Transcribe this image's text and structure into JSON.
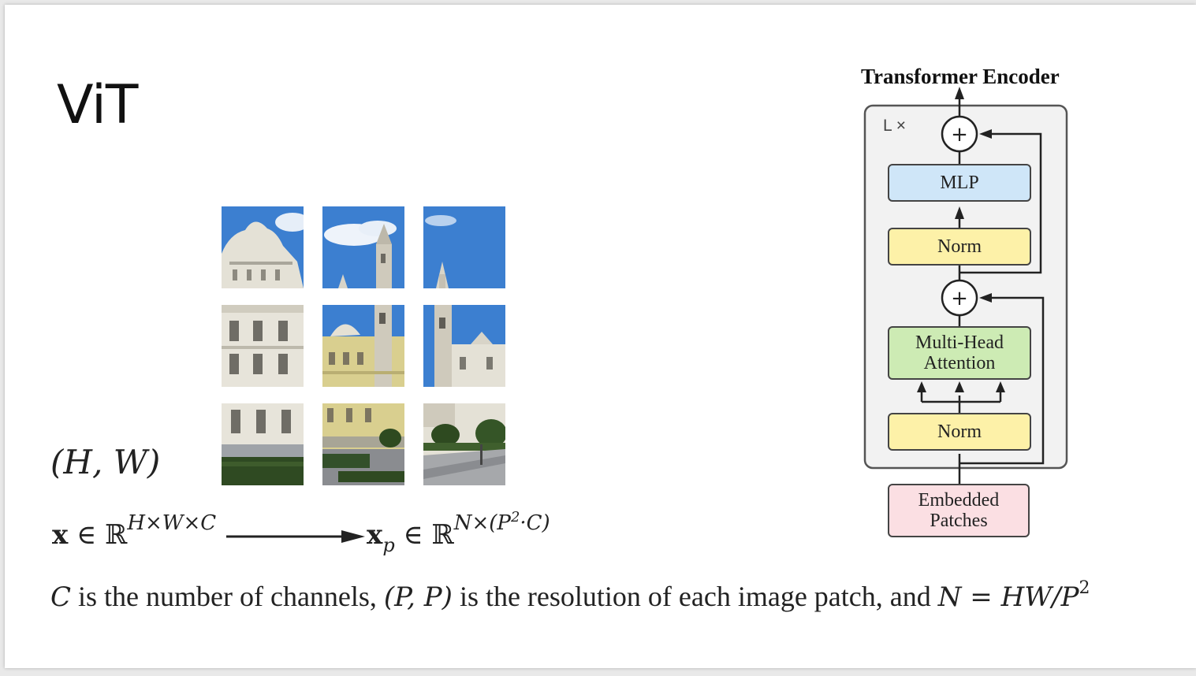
{
  "slide": {
    "title": "ViT",
    "hw_label": "(H, W)",
    "formula": {
      "x": "x",
      "in": "∈",
      "reals": "ℝ",
      "input_exponent": "H×W×C",
      "xp": "x",
      "xp_sub": "p",
      "in2": "∈",
      "reals2": "ℝ",
      "output_exponent_prefix": "N×(P",
      "output_exponent_sq": "2",
      "output_exponent_suffix": "·C)"
    },
    "caption": {
      "c_var": "C",
      "part1": " is the number of channels, ",
      "pp": "(P, P)",
      "part2": " is the resolution of each image patch, and ",
      "eq": "N = HW/P",
      "eq_sq": "2"
    }
  },
  "image_patches": {
    "colors": {
      "sky": "#3c7fd0",
      "cloud": "#eef3fa",
      "stone": "#e4e1d6",
      "yellow": "#d9cf8f",
      "hedge": "#2f4a22",
      "road": "#8a8c90"
    }
  },
  "encoder": {
    "title": "Transformer Encoder",
    "repeat_label": "L ×",
    "blocks": {
      "mlp": "MLP",
      "norm_top": "Norm",
      "attention_line1": "Multi-Head",
      "attention_line2": "Attention",
      "norm_bottom": "Norm",
      "embedded_line1": "Embedded",
      "embedded_line2": "Patches"
    },
    "plus_symbol": "+",
    "colors": {
      "mlp": "#cfe6f8",
      "norm": "#fdf1a8",
      "attention": "#cdebb4",
      "embedded": "#fbdfe3",
      "frame": "#f2f2f2"
    }
  }
}
